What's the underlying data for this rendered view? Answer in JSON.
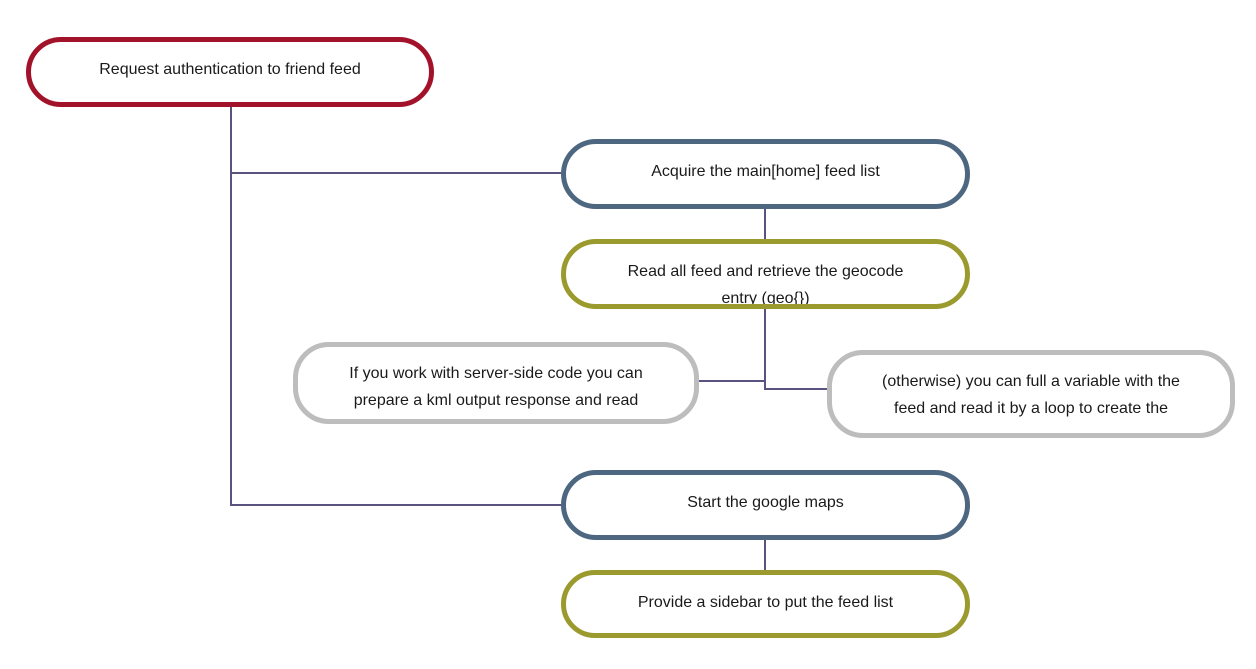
{
  "colors": {
    "connector": "#5a5380",
    "start_border": "#a3122b",
    "primary_border": "#4e6781",
    "secondary_border": "#9a9a2e",
    "option_border": "#bdbdbd"
  },
  "nodes": {
    "auth": {
      "text": "Request authentication to friend feed"
    },
    "acquire": {
      "text": "Acquire the main[home] feed list"
    },
    "read": {
      "text": "Read all feed and retrieve the geocode\nentry (geo{})"
    },
    "server": {
      "text": "If you work with server-side code you can\nprepare a kml output response and read"
    },
    "otherwise": {
      "text": "(otherwise) you can full a variable with the\nfeed and read it by a loop to create the"
    },
    "maps": {
      "text": "Start the google maps"
    },
    "sidebar": {
      "text": "Provide a sidebar to put the feed list"
    }
  }
}
